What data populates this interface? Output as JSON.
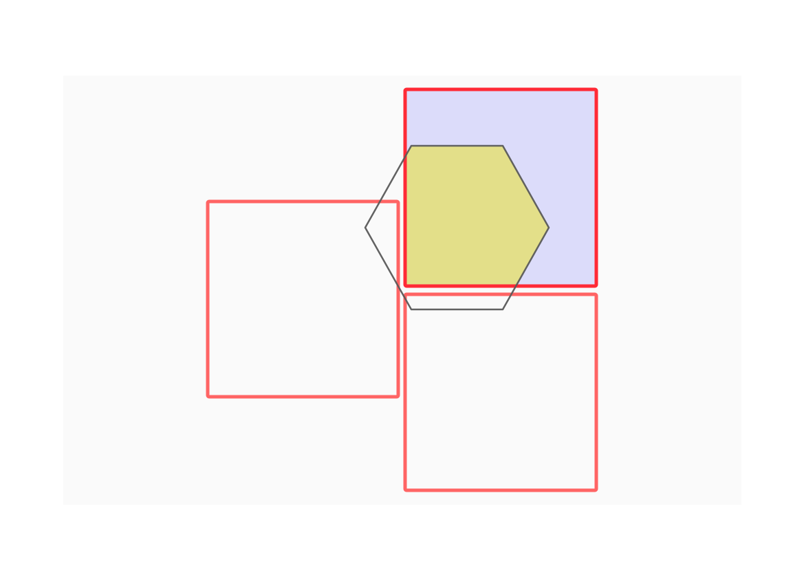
{
  "colors": {
    "page_background": "#ffffff",
    "panel_background": "#fafafa",
    "square_stroke": "#ff6464",
    "highlight_square_stroke": "#ff2a36",
    "highlight_square_fill": "#dcdcfa",
    "hexagon_stroke": "#5a5a5a",
    "intersection_fill": "#e3df89"
  },
  "shapes": {
    "squares": [
      {
        "id": "square-left",
        "highlighted": false
      },
      {
        "id": "square-top-right",
        "highlighted": true
      },
      {
        "id": "square-bottom-right",
        "highlighted": false
      }
    ],
    "hexagon": {
      "id": "hexagon-outline"
    }
  }
}
